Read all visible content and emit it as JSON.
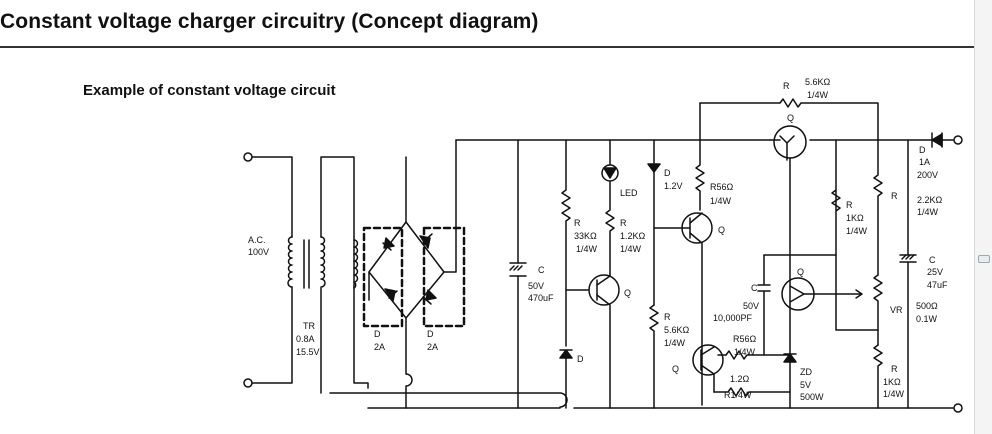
{
  "page": {
    "title": "Constant voltage charger circuitry (Concept diagram)",
    "subtitle": "Example of constant voltage circuit"
  },
  "labels": {
    "ac": "A.C.",
    "ac_v": "100V",
    "tr": "TR",
    "tr_a": "0.8A",
    "tr_v": "15.5V",
    "d1": "D",
    "d1_a": "2A",
    "d2": "D",
    "d2_a": "2A",
    "c_main": "C",
    "c_main_v": "50V",
    "c_main_uf": "470uF",
    "r_33k": "R",
    "r_33k_v": "33KΩ",
    "r_33k_w": "1/4W",
    "led": "LED",
    "r_12k": "R",
    "r_12k_v": "1.2KΩ",
    "r_12k_w": "1/4W",
    "q_left": "Q",
    "d_low": "D",
    "d_12": "D",
    "d_12_v": "1.2V",
    "r56_top": "R56Ω",
    "r56_top_w": "1/4W",
    "q_mid": "Q",
    "r_56k_top": "R",
    "r_56k_top_v": "5.6KΩ",
    "r_56k_top_w": "1/4W",
    "q_top": "Q",
    "r_56k_low": "R",
    "r_56k_low_v": "5.6KΩ",
    "r_56k_low_w": "1/4W",
    "c_small": "C",
    "c_small_v": "50V",
    "c_small_pf": "10,000PF",
    "r56_low": "R56Ω",
    "r56_low_w": "1/4W",
    "q_low": "Q",
    "r12_ohm": "1.2Ω",
    "r1_4w": "R1/4W",
    "zd": "ZD",
    "zd_v": "5V",
    "zd_w": "500W",
    "q_right": "Q",
    "r_1k_a": "R",
    "r_1k_a_v": "1KΩ",
    "r_1k_a_w": "1/4W",
    "r_22k": "R",
    "r_22k_v": "2.2KΩ",
    "r_22k_w": "1/4W",
    "vr": "VR",
    "vr_v": "500Ω",
    "vr_w": "0.1W",
    "r_1k_b": "R",
    "r_1k_b_v": "1KΩ",
    "r_1k_b_w": "1/4W",
    "d_out": "D",
    "d_out_a": "1A",
    "d_out_v": "200V",
    "c_out": "C",
    "c_out_v": "25V",
    "c_out_uf": "47uF"
  }
}
